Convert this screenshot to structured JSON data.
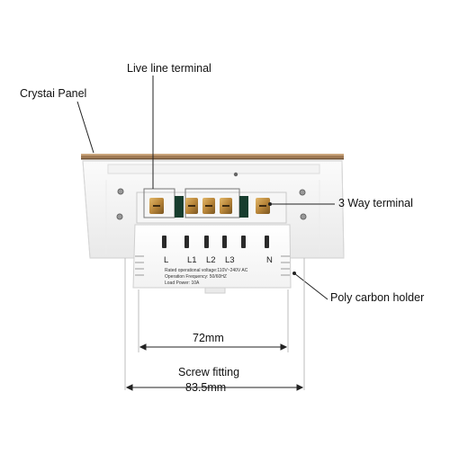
{
  "callouts": {
    "live_line_terminal": "Live line terminal",
    "crystal_panel": "Crystai Panel",
    "three_way_terminal": "3 Way terminal",
    "poly_carbon_holder": "Poly carbon holder"
  },
  "terminal_labels": [
    "L",
    "L1",
    "L2",
    "L3",
    "N"
  ],
  "sticker": {
    "line1": "Rated operational voltage:110V~240V AC",
    "line2": "Operation Frequency: 50/60HZ",
    "line3": "Load Power: 10A"
  },
  "dimensions": {
    "inner_width": "72mm",
    "screw_fitting_title": "Screw fitting",
    "outer_width": "83.5mm"
  }
}
